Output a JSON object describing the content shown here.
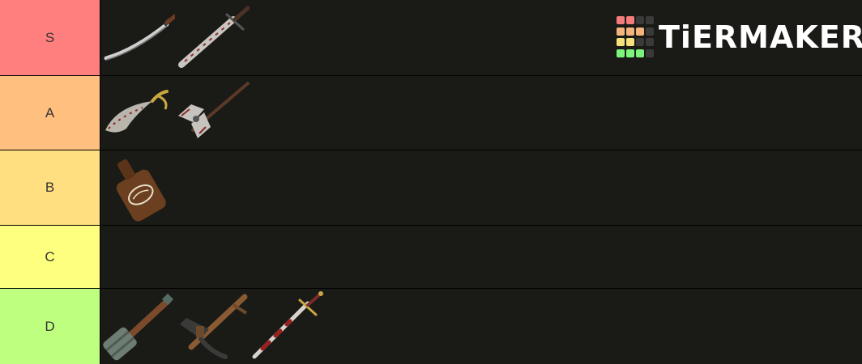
{
  "logo": {
    "text": "TiERMAKER",
    "grid_colors": [
      "#f47c7c",
      "#f47c7c",
      "#3a3a3a",
      "#3a3a3a",
      "#f4b57c",
      "#f4b57c",
      "#f4b57c",
      "#3a3a3a",
      "#f4e07c",
      "#f4e07c",
      "#3a3a3a",
      "#3a3a3a",
      "#7cf47c",
      "#7cf47c",
      "#7cf47c",
      "#3a3a3a"
    ]
  },
  "tiers": [
    {
      "label": "S",
      "color": "#ff7f7f",
      "items": [
        "katana-icon",
        "claidheamh-mor-icon"
      ]
    },
    {
      "label": "A",
      "color": "#ffbf7f",
      "items": [
        "scimitar-icon",
        "scotsmans-skullcutter-icon"
      ]
    },
    {
      "label": "B",
      "color": "#ffdf7f",
      "items": [
        "bottle-icon"
      ]
    },
    {
      "label": "C",
      "color": "#ffff7f",
      "items": []
    },
    {
      "label": "D",
      "color": "#bfff7f",
      "items": [
        "pain-train-icon",
        "claw-hammer-icon",
        "bloody-sword-icon"
      ]
    }
  ]
}
